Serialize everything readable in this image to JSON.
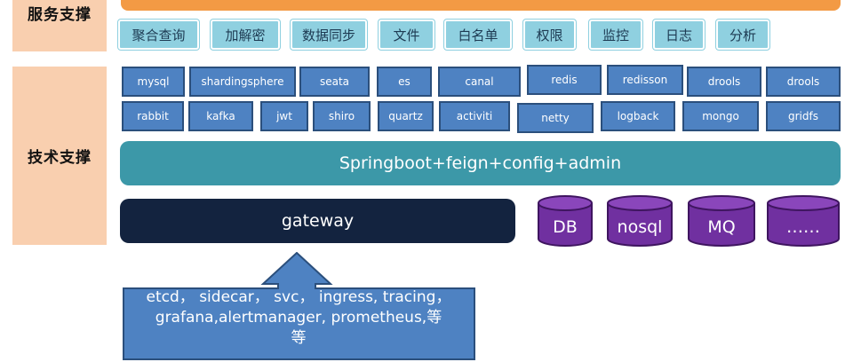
{
  "side": {
    "service": "服务支撑",
    "tech": "技术支撑"
  },
  "service_items": [
    "聚合查询",
    "加解密",
    "数据同步",
    "文件",
    "白名单",
    "权限",
    "监控",
    "日志",
    "分析"
  ],
  "tech_row1": [
    "mysql",
    "shardingsphere",
    "seata",
    "es",
    "canal",
    "redis",
    "redisson",
    "drools",
    "drools"
  ],
  "tech_row2": [
    "rabbit",
    "kafka",
    "jwt",
    "shiro",
    "quartz",
    "activiti",
    "netty",
    "logback",
    "mongo",
    "gridfs"
  ],
  "framework": "Springboot+feign+config+admin",
  "gateway": "gateway",
  "stores": [
    "DB",
    "nosql",
    "MQ",
    "……"
  ],
  "infra": {
    "line1": "etcd， sidecar， svc， ingress, tracing，",
    "line2": "grafana,alertmanager, prometheus,等",
    "line3": "等"
  },
  "colors": {
    "side": "#f9cfaf",
    "service_bar": "#f39a44",
    "service_item": "#8fd0e0",
    "tech_item": "#4e82c2",
    "framework": "#3c98a8",
    "gateway": "#13233f",
    "store": "#7030a0",
    "infra_arrow": "#4e82c2"
  }
}
